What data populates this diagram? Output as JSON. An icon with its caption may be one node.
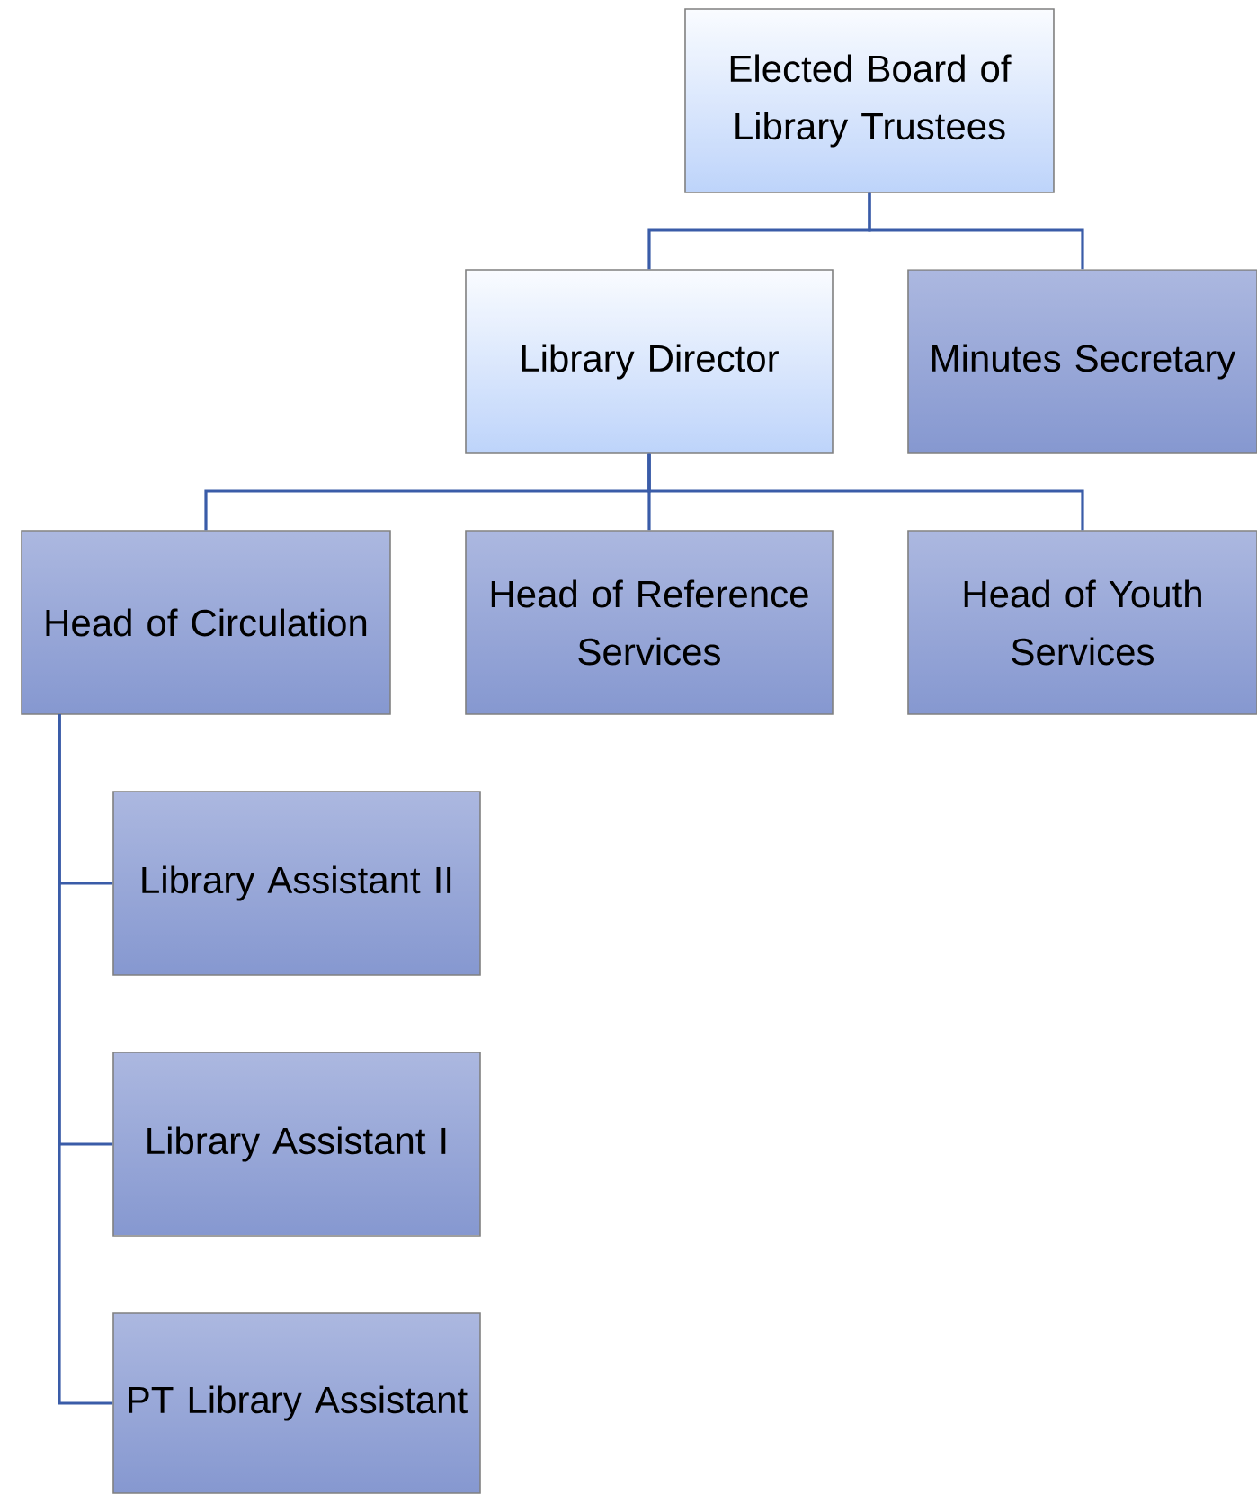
{
  "diagram": {
    "nodes": [
      {
        "text": [
          "Elected Board of Library Trustees"
        ]
      },
      {
        "text": [
          "Library Director"
        ]
      },
      {
        "text": [
          "Minutes Secretary"
        ]
      },
      {
        "text": [
          "Head of Circulation"
        ]
      },
      {
        "text": [
          "Head of Reference Services"
        ]
      },
      {
        "text": [
          "Head of Youth Services"
        ]
      },
      {
        "text": [
          "Library Assistant II"
        ]
      },
      {
        "text": [
          "Library Assistant I"
        ]
      },
      {
        "text": [
          "PT Library Assistant"
        ]
      }
    ],
    "edges": [
      {
        "from": 0,
        "to": 1,
        "arrow": "none"
      },
      {
        "from": 0,
        "to": 2,
        "arrow": "none"
      },
      {
        "from": 1,
        "to": 3,
        "arrow": "none"
      },
      {
        "from": 1,
        "to": 4,
        "arrow": "none"
      },
      {
        "from": 1,
        "to": 5,
        "arrow": "none"
      },
      {
        "from": 3,
        "to": 6,
        "arrow": "none"
      },
      {
        "from": 3,
        "to": 7,
        "arrow": "none"
      },
      {
        "from": 3,
        "to": 8,
        "arrow": "none"
      }
    ]
  }
}
